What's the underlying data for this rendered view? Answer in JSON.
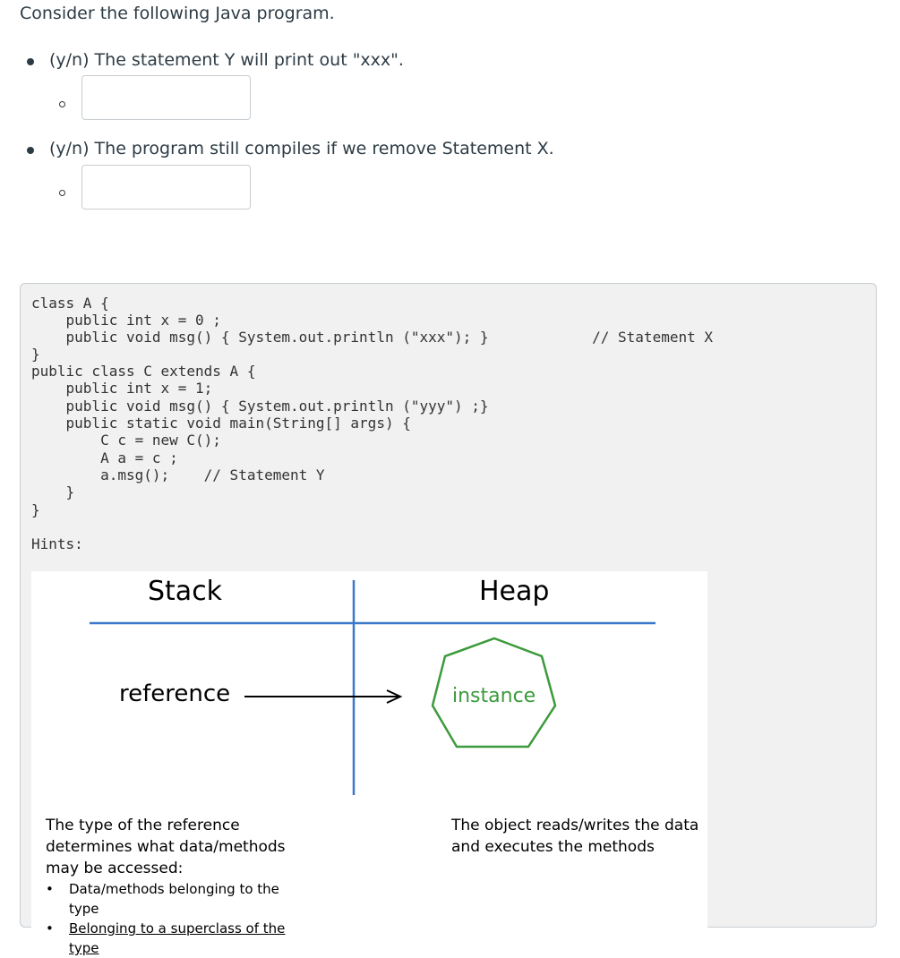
{
  "intro": "Consider the following Java program.",
  "questions": [
    {
      "text": "(y/n) The statement Y will print out \"xxx\".",
      "answer": ""
    },
    {
      "text": "(y/n) The program still compiles if we remove Statement X.",
      "answer": ""
    }
  ],
  "code": [
    "class A {",
    "    public int x = 0 ;",
    "    public void msg() { System.out.println (\"xxx\"); }            // Statement X",
    "}",
    "public class C extends A {",
    "    public int x = 1;",
    "    public void msg() { System.out.println (\"yyy\") ;}",
    "    public static void main(String[] args) {",
    "        C c = new C();",
    "        A a = c ;",
    "        a.msg();    // Statement Y",
    "    }",
    "}",
    "",
    "Hints:"
  ],
  "diagram": {
    "stack_label": "Stack",
    "heap_label": "Heap",
    "reference_label": "reference",
    "instance_label": "instance",
    "left_note": "The type of the reference determines what data/methods may be accessed:",
    "left_bullets": [
      "Data/methods belonging to the type",
      "Belonging to a superclass of the type"
    ],
    "right_note": "The object reads/writes the data and executes the methods",
    "colors": {
      "divider": "#3a78c9",
      "instance": "#3c9a3c",
      "arrow": "#000000"
    }
  }
}
